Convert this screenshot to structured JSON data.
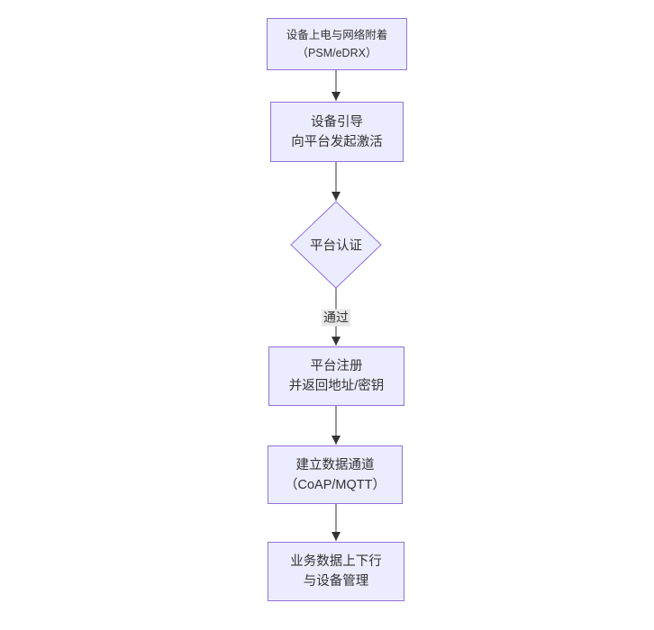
{
  "diagram": {
    "type": "flowchart",
    "direction": "top-down",
    "colors": {
      "background": "#ffffff",
      "node_fill": "#ECECFF",
      "node_border": "#9370DB",
      "node_text": "#333333",
      "edge_line": "#333333",
      "edge_label_bg": "#e8e8e8",
      "edge_label_text": "#333333"
    },
    "nodes": [
      {
        "id": "power-attach",
        "shape": "rect",
        "lines": [
          "设备上电与网络附着",
          "（PSM/eDRX）"
        ]
      },
      {
        "id": "bootstrap",
        "shape": "rect",
        "lines": [
          "设备引导",
          "向平台发起激活"
        ]
      },
      {
        "id": "platform-auth",
        "shape": "diamond",
        "lines": [
          "平台认证"
        ]
      },
      {
        "id": "platform-register",
        "shape": "rect",
        "lines": [
          "平台注册",
          "并返回地址/密钥"
        ]
      },
      {
        "id": "data-channel",
        "shape": "rect",
        "lines": [
          "建立数据通道",
          "（CoAP/MQTT）"
        ]
      },
      {
        "id": "business-data",
        "shape": "rect",
        "lines": [
          "业务数据上下行",
          "与设备管理"
        ]
      }
    ],
    "edges": [
      {
        "from": "power-attach",
        "to": "bootstrap",
        "label": ""
      },
      {
        "from": "bootstrap",
        "to": "platform-auth",
        "label": ""
      },
      {
        "from": "platform-auth",
        "to": "platform-register",
        "label": "通过"
      },
      {
        "from": "platform-register",
        "to": "data-channel",
        "label": ""
      },
      {
        "from": "data-channel",
        "to": "business-data",
        "label": ""
      }
    ]
  }
}
